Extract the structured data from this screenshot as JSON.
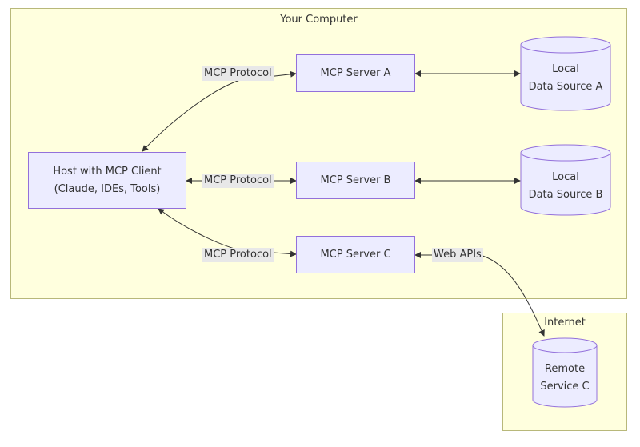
{
  "clusters": {
    "computer": {
      "title": "Your Computer"
    },
    "internet": {
      "title": "Internet"
    }
  },
  "nodes": {
    "host": {
      "line1": "Host with MCP Client",
      "line2": "(Claude, IDEs, Tools)"
    },
    "server_a": {
      "label": "MCP Server A"
    },
    "server_b": {
      "label": "MCP Server B"
    },
    "server_c": {
      "label": "MCP Server C"
    },
    "data_a": {
      "line1": "Local",
      "line2": "Data Source A"
    },
    "data_b": {
      "line1": "Local",
      "line2": "Data Source B"
    },
    "remote_c": {
      "line1": "Remote",
      "line2": "Service C"
    }
  },
  "edge_labels": {
    "protocol_a": "MCP Protocol",
    "protocol_b": "MCP Protocol",
    "protocol_c": "MCP Protocol",
    "web_apis": "Web APIs"
  },
  "colors": {
    "cluster_fill": "#ffffde",
    "node_fill": "#ececff",
    "node_stroke": "#9370db",
    "edge": "#333333",
    "label_bg": "#e8e8e8"
  }
}
